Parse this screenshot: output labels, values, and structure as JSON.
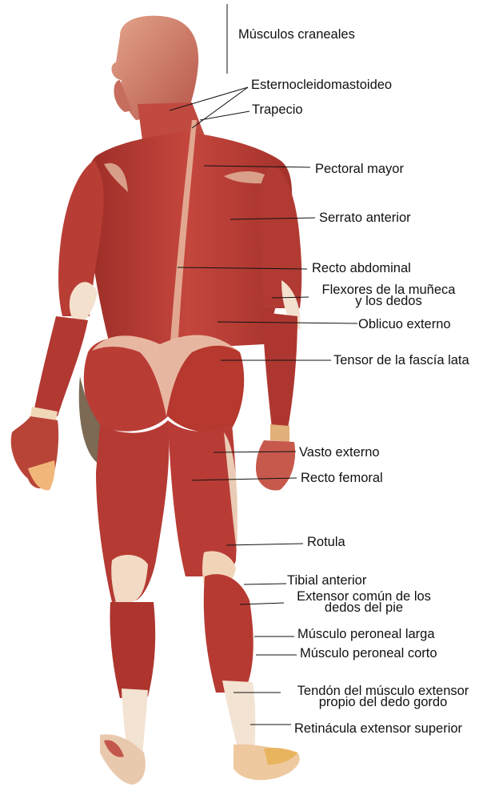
{
  "colors": {
    "skin": "#b53a33",
    "muscle_dark": "#8e2722",
    "muscle_light": "#d4625a",
    "tendon": "#f0dcc4",
    "shadow": "#7c6a55",
    "leader": "#111111"
  },
  "labels": {
    "craneales": "Músculos craneales",
    "esterno": "Esternocleidomastoideo",
    "trapecio": "Trapecio",
    "pectoral": "Pectoral mayor",
    "serrato": "Serrato anterior",
    "recto_abd": "Recto abdominal",
    "flexores_1": "Flexores de la muñeca",
    "flexores_2": "y los dedos",
    "oblicuo": "Oblicuo externo",
    "tensor": "Tensor de la fascía lata",
    "vasto": "Vasto externo",
    "recto_fem": "Recto femoral",
    "rotula": "Rotula",
    "tibial": "Tibial anterior",
    "extensor_1": "Extensor común de los",
    "extensor_2": "dedos del pie",
    "peroneal_larga": "Músculo peroneal larga",
    "peroneal_corto": "Músculo peroneal corto",
    "tendon_1": "Tendón del músculo extensor",
    "tendon_2": "propio del dedo gordo",
    "retinacula": "Retinácula extensor superior"
  }
}
